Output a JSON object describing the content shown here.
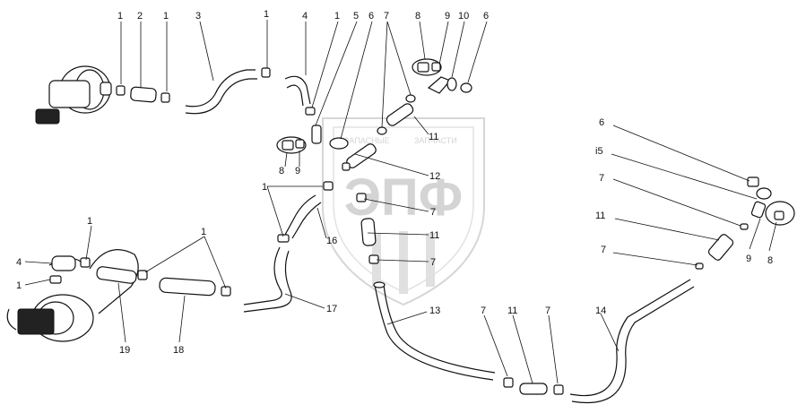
{
  "watermark": {
    "top_text": "ЗАПАСНЫЕ",
    "top_text_right": "ЗАПЧАСТИ",
    "logo": "ЭПФ"
  },
  "labels": [
    {
      "id": "l1a",
      "text": "1"
    },
    {
      "id": "l2",
      "text": "2"
    },
    {
      "id": "l1b",
      "text": "1"
    },
    {
      "id": "l3",
      "text": "3"
    },
    {
      "id": "l1c",
      "text": "1"
    },
    {
      "id": "l4a",
      "text": "4"
    },
    {
      "id": "l1d",
      "text": "1"
    },
    {
      "id": "l5a",
      "text": "5"
    },
    {
      "id": "l6a",
      "text": "6"
    },
    {
      "id": "l7a",
      "text": "7"
    },
    {
      "id": "l8a",
      "text": "8"
    },
    {
      "id": "l9a",
      "text": "9"
    },
    {
      "id": "l10",
      "text": "10"
    },
    {
      "id": "l6b",
      "text": "6"
    },
    {
      "id": "l11a",
      "text": "11"
    },
    {
      "id": "l8b",
      "text": "8"
    },
    {
      "id": "l9b",
      "text": "9"
    },
    {
      "id": "l12",
      "text": "12"
    },
    {
      "id": "l1e",
      "text": "1"
    },
    {
      "id": "l7b",
      "text": "7"
    },
    {
      "id": "l16",
      "text": "16"
    },
    {
      "id": "l11b",
      "text": "11"
    },
    {
      "id": "l7c",
      "text": "7"
    },
    {
      "id": "l6c",
      "text": "6"
    },
    {
      "id": "l5b",
      "text": "i5"
    },
    {
      "id": "l7d",
      "text": "7"
    },
    {
      "id": "l11c",
      "text": "11"
    },
    {
      "id": "l7e",
      "text": "7"
    },
    {
      "id": "l9c",
      "text": "9"
    },
    {
      "id": "l8c",
      "text": "8"
    },
    {
      "id": "l1f",
      "text": "1"
    },
    {
      "id": "l4b",
      "text": "4"
    },
    {
      "id": "l1g",
      "text": "1"
    },
    {
      "id": "l17",
      "text": "17"
    },
    {
      "id": "l13",
      "text": "13"
    },
    {
      "id": "l19",
      "text": "19"
    },
    {
      "id": "l18",
      "text": "18"
    },
    {
      "id": "l7f",
      "text": "7"
    },
    {
      "id": "l11d",
      "text": "11"
    },
    {
      "id": "l7g",
      "text": "7"
    },
    {
      "id": "l14",
      "text": "14"
    }
  ]
}
